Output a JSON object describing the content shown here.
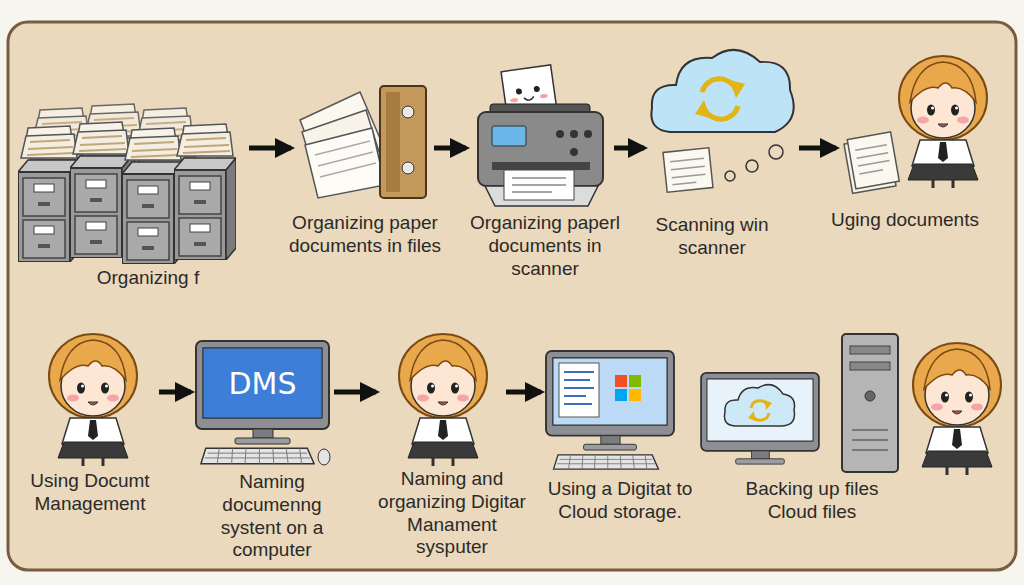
{
  "diagram": {
    "nodes": [
      {
        "text": [
          "Organizing f"
        ]
      },
      {
        "text": [
          "Organizing paper documents in files"
        ]
      },
      {
        "text": [
          "Organizing paperl documents in scanner"
        ]
      },
      {
        "text": [
          "Scanning win scanner"
        ]
      },
      {
        "text": [
          "Uging documents"
        ]
      },
      {
        "text": [
          "Using Documt Management"
        ]
      },
      {
        "text": [
          "DMS",
          "Naming documenng systent on a computer"
        ]
      },
      {
        "text": [
          "Naming and organizing Digitar Manament sysputer"
        ]
      },
      {
        "text": [
          "Using a Digitat to Cloud storage."
        ]
      },
      {
        "text": [
          "Backing up files Cloud files"
        ]
      }
    ],
    "edges": [
      {
        "from": 0,
        "to": 1,
        "arrow": "to"
      },
      {
        "from": 1,
        "to": 2,
        "arrow": "to"
      },
      {
        "from": 2,
        "to": 3,
        "arrow": "to"
      },
      {
        "from": 3,
        "to": 4,
        "arrow": "to"
      },
      {
        "from": 5,
        "to": 6,
        "arrow": "to"
      },
      {
        "from": 6,
        "to": 7,
        "arrow": "to"
      },
      {
        "from": 7,
        "to": 8,
        "arrow": "to"
      }
    ]
  }
}
